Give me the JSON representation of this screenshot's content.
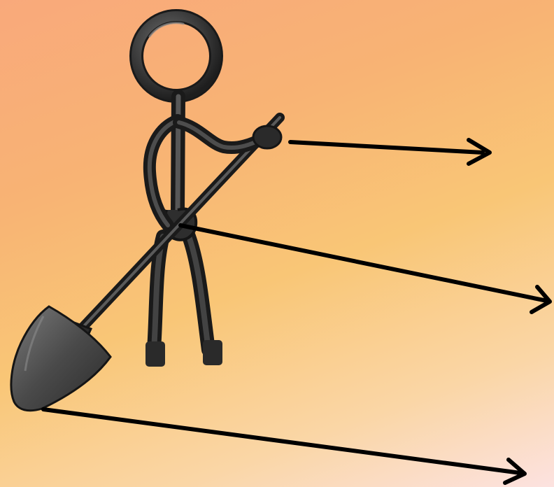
{
  "slide": {
    "background_start": "#f9a97b",
    "background_end": "#fce2e0"
  },
  "figure": {
    "icon": "stick-figure-with-shovel-icon",
    "color": "#3a3a3a"
  },
  "arrows": [
    {
      "name": "arrow-from-hand",
      "color": "#000000"
    },
    {
      "name": "arrow-from-body",
      "color": "#000000"
    },
    {
      "name": "arrow-from-shovel-blade",
      "color": "#000000"
    }
  ]
}
